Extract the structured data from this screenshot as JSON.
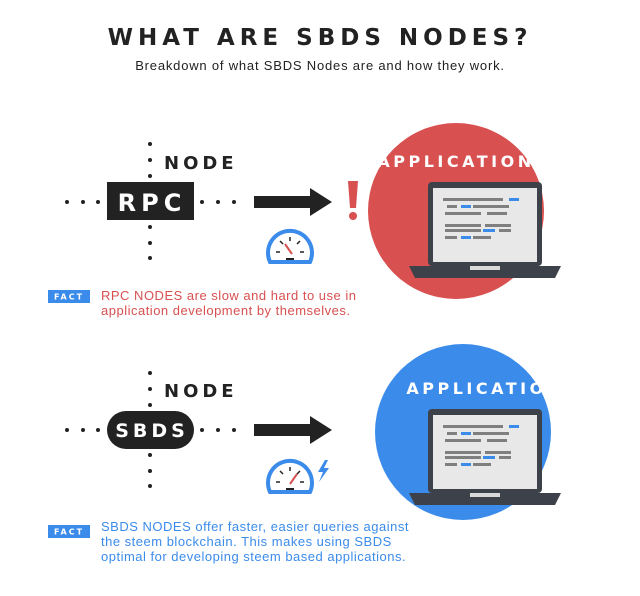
{
  "header": {
    "title": "WHAT ARE SBDS NODES?",
    "subtitle": "Breakdown of what SBDS Nodes are and how they work."
  },
  "sections": [
    {
      "node_label": "NODE",
      "node_type": "RPC",
      "app_label": "APPLICATION",
      "circle_color": "#d85050",
      "fact_badge": "FACT",
      "fact_lines": [
        "RPC NODES are slow and hard to use in",
        "application development by themselves."
      ],
      "fact_color": "#d85050",
      "result_icon": "exclamation-icon",
      "speed_icon": "slow-speedometer-icon"
    },
    {
      "node_label": "NODE",
      "node_type": "SBDS",
      "app_label": "APPLICATION",
      "circle_color": "#3b8beb",
      "fact_badge": "FACT",
      "fact_lines": [
        "SBDS NODES offer faster, easier queries against",
        "the steem blockchain. This makes using SBDS",
        "optimal for developing steem based applications."
      ],
      "fact_color": "#3b8beb",
      "result_icon": "lightning-icon",
      "speed_icon": "fast-speedometer-icon"
    }
  ],
  "colors": {
    "dark": "#222222",
    "badge": "#3b8beb",
    "red": "#d85050",
    "blue": "#3b8beb"
  }
}
